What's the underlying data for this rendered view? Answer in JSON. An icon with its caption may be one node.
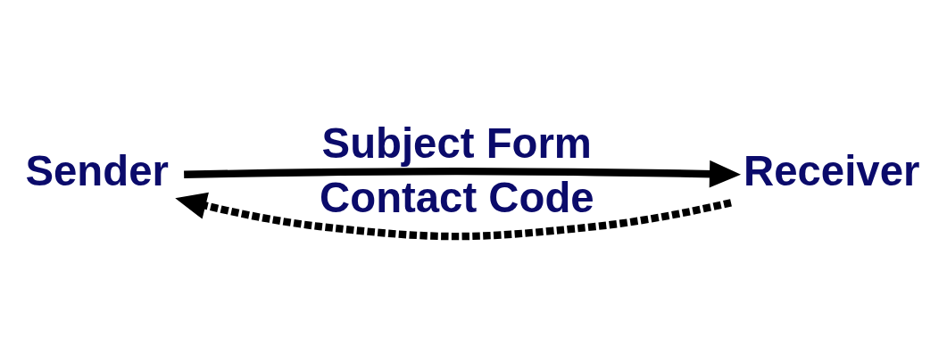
{
  "diagram": {
    "nodes": [
      {
        "text": [
          "Sender"
        ]
      },
      {
        "text": [
          "Receiver"
        ]
      }
    ],
    "edges": [
      {
        "from": 0,
        "to": 1,
        "arrow": "to",
        "label": "Subject Form"
      },
      {
        "from": 1,
        "to": 0,
        "arrow": "to",
        "label": "Contact Code",
        "style": "dashed"
      }
    ]
  }
}
